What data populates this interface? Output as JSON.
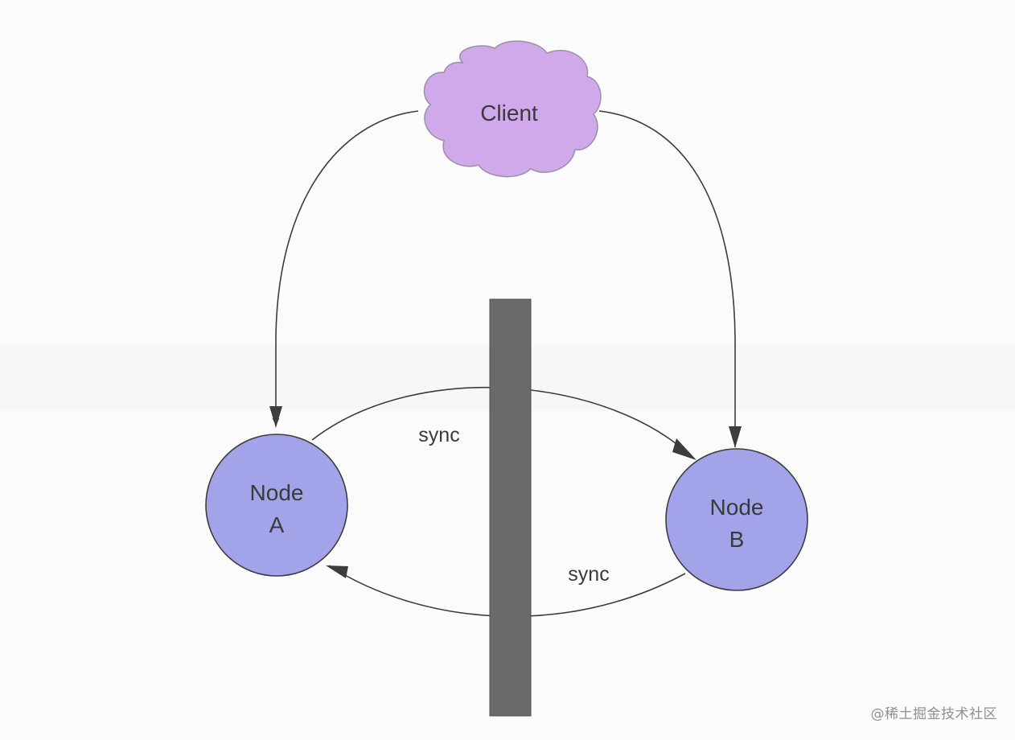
{
  "client": {
    "label": "Client"
  },
  "nodes": [
    {
      "id": "a",
      "line1": "Node",
      "line2": "A"
    },
    {
      "id": "b",
      "line1": "Node",
      "line2": "B"
    }
  ],
  "edges": {
    "sync_a_to_b": "sync",
    "sync_b_to_a": "sync"
  },
  "watermark": "@稀土掘金技术社区",
  "colors": {
    "client_fill": "#cfa9ea",
    "node_fill": "#a3a3e9",
    "partition_wall": "#6a6a6a",
    "edge": "#3c3c3c",
    "background": "#fbfbfb"
  }
}
